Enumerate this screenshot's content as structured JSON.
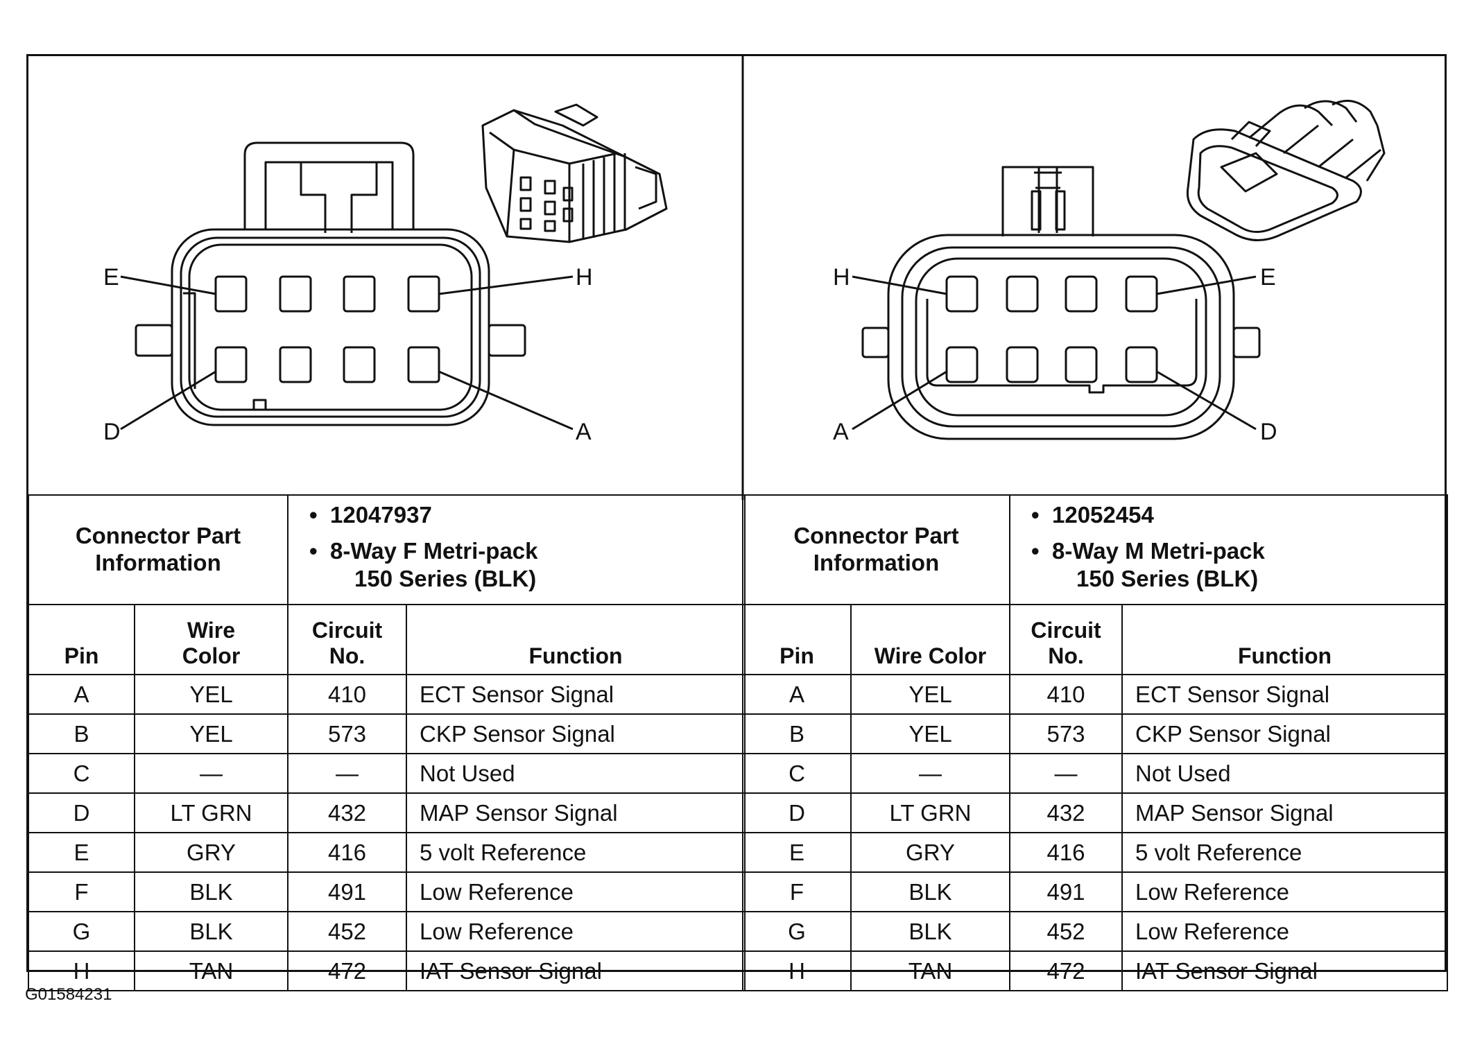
{
  "left_connector": {
    "pin_labels": [
      "E",
      "H",
      "D",
      "A"
    ],
    "info_label_lines": [
      "Connector Part",
      "Information"
    ],
    "part_number": "12047937",
    "description_line1": "8-Way F Metri-pack",
    "description_line2": "150 Series (BLK)"
  },
  "right_connector": {
    "pin_labels": [
      "H",
      "E",
      "A",
      "D"
    ],
    "info_label_lines": [
      "Connector Part",
      "Information"
    ],
    "part_number": "12052454",
    "description_line1": "8-Way M Metri-pack",
    "description_line2": "150 Series (BLK)"
  },
  "bullet": "•",
  "left_headers": [
    "Pin",
    "Wire\nColor",
    "Circuit\nNo.",
    "Function"
  ],
  "right_headers": [
    "Pin",
    "Wire Color",
    "Circuit\nNo.",
    "Function"
  ],
  "rows": [
    {
      "pin": "A",
      "wire_color": "YEL",
      "circuit": "410",
      "function": "ECT Sensor Signal"
    },
    {
      "pin": "B",
      "wire_color": "YEL",
      "circuit": "573",
      "function": "CKP Sensor Signal"
    },
    {
      "pin": "C",
      "wire_color": "—",
      "circuit": "—",
      "function": "Not Used"
    },
    {
      "pin": "D",
      "wire_color": "LT GRN",
      "circuit": "432",
      "function": "MAP Sensor Signal"
    },
    {
      "pin": "E",
      "wire_color": "GRY",
      "circuit": "416",
      "function": "5 volt Reference"
    },
    {
      "pin": "F",
      "wire_color": "BLK",
      "circuit": "491",
      "function": "Low Reference"
    },
    {
      "pin": "G",
      "wire_color": "BLK",
      "circuit": "452",
      "function": "Low Reference"
    },
    {
      "pin": "H",
      "wire_color": "TAN",
      "circuit": "472",
      "function": "IAT Sensor Signal"
    }
  ],
  "figure_id": "G01584231"
}
